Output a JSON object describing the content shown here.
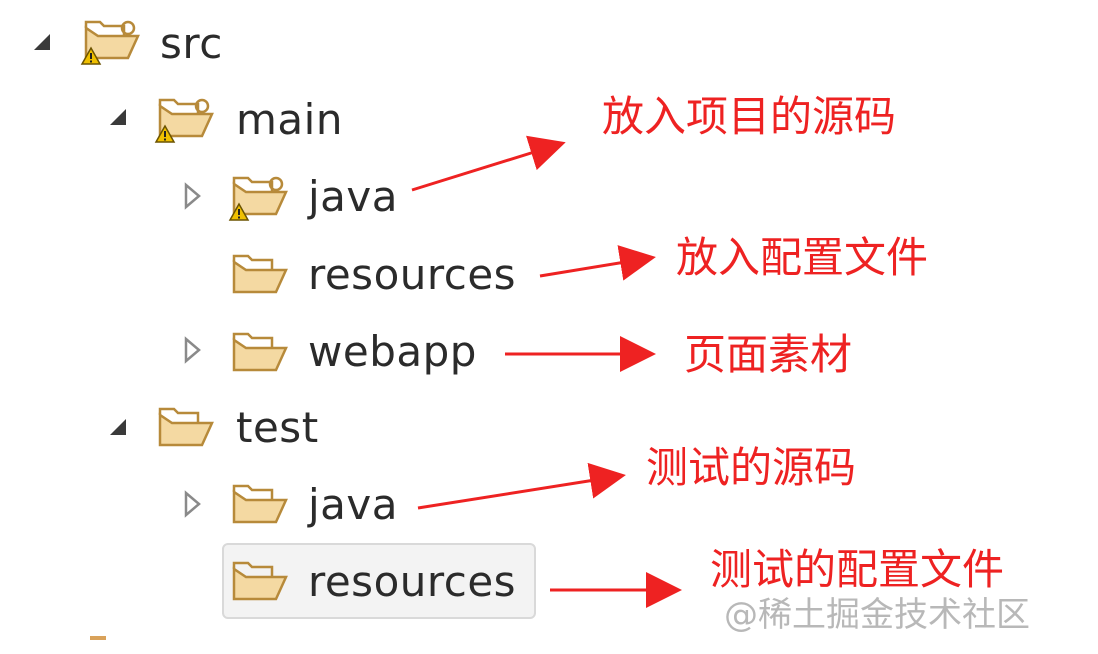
{
  "colors": {
    "annotation": "#ee2222",
    "folder_fill": "#f4d9a2",
    "folder_stroke": "#b78a3a",
    "warning": "#f0c000"
  },
  "tree": {
    "src": {
      "label": "src",
      "expanded": true,
      "warning": true
    },
    "main": {
      "label": "main",
      "expanded": true,
      "warning": true
    },
    "main_java": {
      "label": "java",
      "expanded": false,
      "warning": true
    },
    "main_resources": {
      "label": "resources"
    },
    "main_webapp": {
      "label": "webapp",
      "expanded": false
    },
    "test": {
      "label": "test",
      "expanded": true
    },
    "test_java": {
      "label": "java",
      "expanded": false
    },
    "test_resources": {
      "label": "resources",
      "selected": true
    }
  },
  "annotations": {
    "main_java": "放入项目的源码",
    "main_resources": "放入配置文件",
    "main_webapp": "页面素材",
    "test_java": "测试的源码",
    "test_resources": "测试的配置文件"
  },
  "watermark": "@稀土掘金技术社区"
}
